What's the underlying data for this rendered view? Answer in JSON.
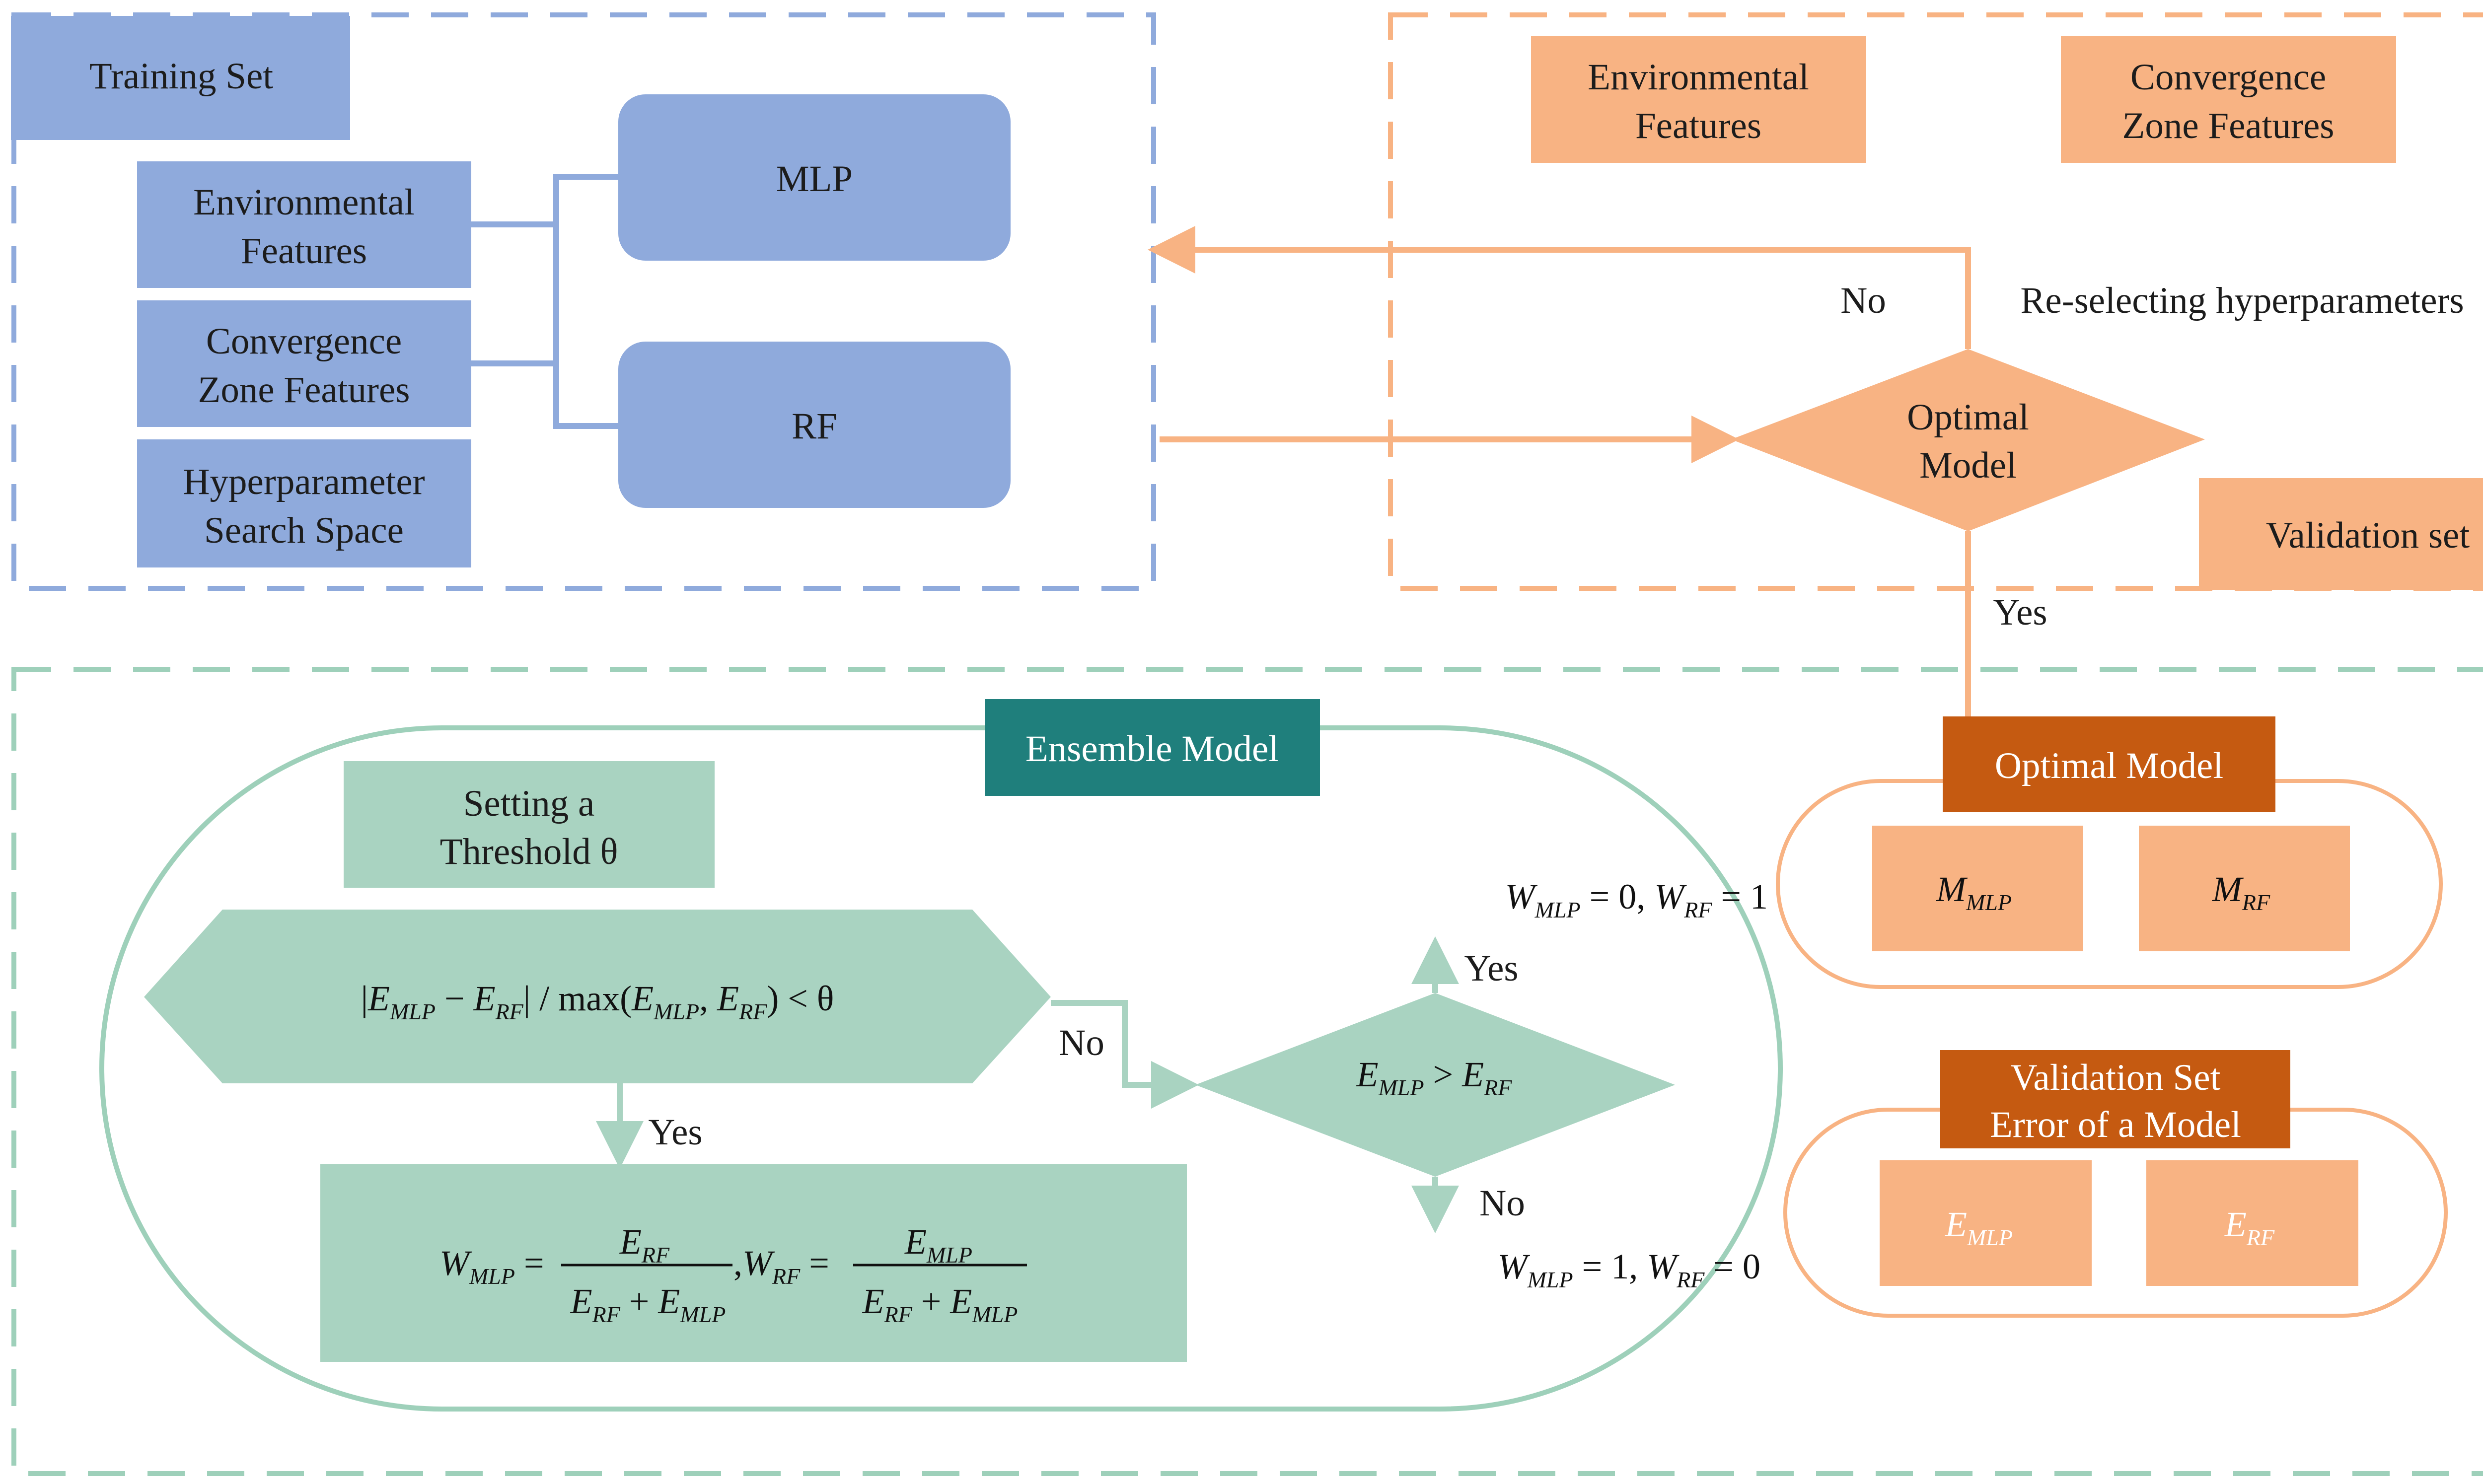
{
  "colors": {
    "blue": "#8faadc",
    "orange": "#f8b383",
    "dark_orange": "#c55a11",
    "green": "#a9d3c1",
    "teal": "#1f7f7c",
    "green_line": "#9ed0ba"
  },
  "training": {
    "title": "Training Set",
    "env_line1": "Environmental",
    "env_line2": "Features",
    "conv_line1": "Convergence",
    "conv_line2": "Zone Features",
    "hyper_line1": "Hyperparameter",
    "hyper_line2": "Search Space",
    "mlp": "MLP",
    "rf": "RF"
  },
  "validation": {
    "env_line1": "Environmental",
    "env_line2": "Features",
    "conv_line1": "Convergence",
    "conv_line2": "Zone Features",
    "decision_line1": "Optimal",
    "decision_line2": "Model",
    "set_label": "Validation set",
    "no_label": "No",
    "reselect_label": "Re-selecting hyperparameters",
    "yes_label": "Yes"
  },
  "optimal_model": {
    "title": "Optimal Model",
    "m_symbol": "M",
    "m_mlp_sub": "MLP",
    "m_rf_sub": "RF"
  },
  "validation_error": {
    "title_line1": "Validation Set",
    "title_line2": "Error of a Model",
    "e_symbol": "E",
    "e_mlp_sub": "MLP",
    "e_rf_sub": "RF"
  },
  "ensemble": {
    "title": "Ensemble Model",
    "threshold_line1": "Setting a",
    "threshold_line2": "Threshold θ",
    "condition": {
      "bar_open": "|",
      "e": "E",
      "mlp": "MLP",
      "minus": " − ",
      "rf": "RF",
      "bar_close": "|",
      "slash_max": " / max(",
      "comma": ", ",
      "close_lt": ") < θ"
    },
    "yes_label": "Yes",
    "no_label": "No",
    "decision": {
      "e": "E",
      "mlp": "MLP",
      "gt": " > ",
      "rf": "RF"
    },
    "weights_formula": {
      "w": "W",
      "e": "E",
      "mlp": "MLP",
      "rf": "RF",
      "eq": " =",
      "comma": ",",
      "plus": " + "
    },
    "decision_yes": "Yes",
    "decision_no": "No",
    "result_top": {
      "w": "W",
      "mlp": "MLP",
      "eq0": " = 0, ",
      "rf": "RF",
      "eq1": " = 1"
    },
    "result_bottom": {
      "w": "W",
      "mlp": "MLP",
      "eq1": " = 1, ",
      "rf": "RF",
      "eq0": " = 0"
    }
  }
}
